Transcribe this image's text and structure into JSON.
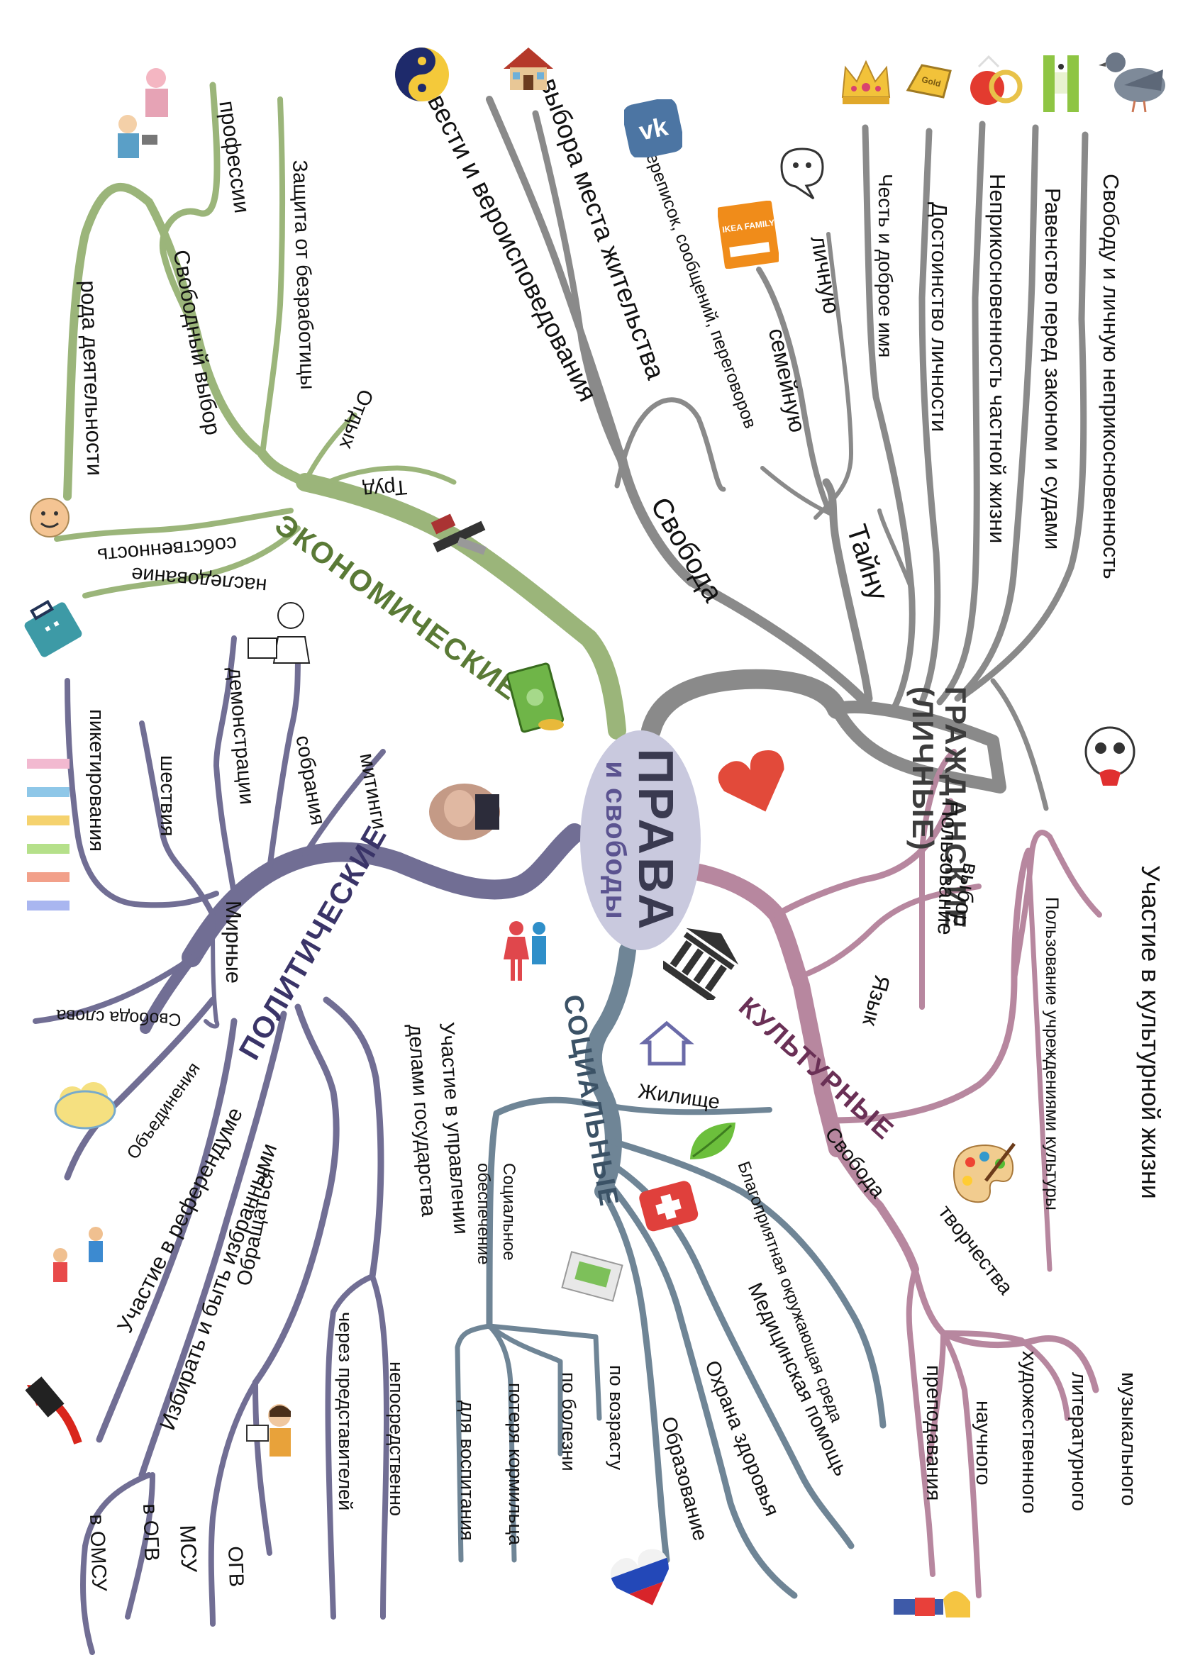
{
  "center": {
    "title": "ПРАВА",
    "subtitle": "и свободы"
  },
  "colors": {
    "civil": "#8a8a8a",
    "civil_label": "#3c3c3c",
    "economic": "#9bb57a",
    "economic_label": "#5a7a36",
    "political": "#716e94",
    "political_label": "#3a3468",
    "social": "#6f8596",
    "social_label": "#3b5266",
    "cultural": "#b7879f",
    "cultural_label": "#6a3056",
    "center_fill": "#c9c9de"
  },
  "categories": {
    "civil": "ГРАЖДАНСКИЕ (ЛИЧНЫЕ)",
    "economic": "ЭКОНОМИЧЕСКИЕ",
    "political": "ПОЛИТИЧЕСКИЕ",
    "social": "СОЦИАЛЬНЫЕ",
    "cultural": "КУЛЬТУРНЫЕ"
  },
  "civil": {
    "freedom": "Свобода",
    "conscience": "совести и вероисповедования",
    "residence": "выбора места жительства",
    "secrecy": "Тайну",
    "correspondence": "переписок, сообщений, переговоров",
    "personal": "личную",
    "family": "семейную",
    "honor": "Честь и доброе имя",
    "dignity": "Достоинство личности",
    "privacy": "Неприкосновенность частной жизни",
    "equality": "Равенство перед законом и судами",
    "liberty": "Свободу и личную неприкосновенность",
    "ikea": "IKEA FAMILY"
  },
  "economic": {
    "free_choice": "Свободный выбор",
    "profession": "профессии",
    "occupation": "рода деятельности",
    "unemployment": "Защита от безработицы",
    "rest": "Отдых",
    "labor": "Труд",
    "property": "собственность",
    "inheritance": "наследование"
  },
  "political": {
    "peaceful": "Мирные",
    "rallies": "митинги",
    "meetings": "собрания",
    "demonstrations": "демонстрации",
    "marches": "шествия",
    "pickets": "пикетирования",
    "speech": "Свобода слова",
    "associations": "Объединения",
    "referendum": "Участие в референдуме",
    "elect": "Избирать и быть избранными",
    "state_affairs": "Участие в управлении делами государства",
    "directly": "непосредственно",
    "through_reps": "через представителей",
    "appeal": "Обращаться",
    "ogv1": "ОГВ",
    "msu": "МСУ",
    "ogv2": "в ОГВ",
    "omsu": "в ОМСУ"
  },
  "social": {
    "housing": "Жилище",
    "environment": "Благоприятная окружающая среда",
    "medical": "Медицинская помощь",
    "health": "Охрана здоровья",
    "education": "Образование",
    "security": "Социальное обеспечение",
    "by_age": "по возрасту",
    "by_illness": "по болезни",
    "breadwinner": "потеря кормильца",
    "upbringing": "для воспитания"
  },
  "cultural": {
    "participation": "Участие в культурной жизни",
    "institutions": "Пользование учреждениями культуры",
    "use": "Пользование",
    "choice": "выбор",
    "language": "Язык",
    "freedom": "Свобода",
    "creativity": "творчества",
    "musical": "музыкального",
    "literary": "литературного",
    "artistic": "художественного",
    "scientific": "научного",
    "teaching": "преподавания"
  },
  "icons": [
    "yin-yang-icon",
    "house-icon",
    "vk-logo-icon",
    "speech-bubble-icon",
    "ikea-family-card-icon",
    "crown-icon",
    "gold-bar-icon",
    "rings-icon",
    "tally-icon",
    "pigeon-icon",
    "worker-figures-icon",
    "smiley-face-icon",
    "tools-icon",
    "briefcase-icon",
    "signing-man-icon",
    "money-stack-icon",
    "heart-icon",
    "crying-smiley-icon",
    "man-portrait-icon",
    "people-row-icon",
    "gender-figures-icon",
    "bank-building-icon",
    "house-outline-icon",
    "leaf-icon",
    "cloud-icon",
    "first-aid-kit-icon",
    "money-envelope-icon",
    "walking-people-icon",
    "palette-icon",
    "arrow-icon",
    "teacher-figure-icon",
    "heart-flag-icon",
    "girl-figure-icon"
  ]
}
